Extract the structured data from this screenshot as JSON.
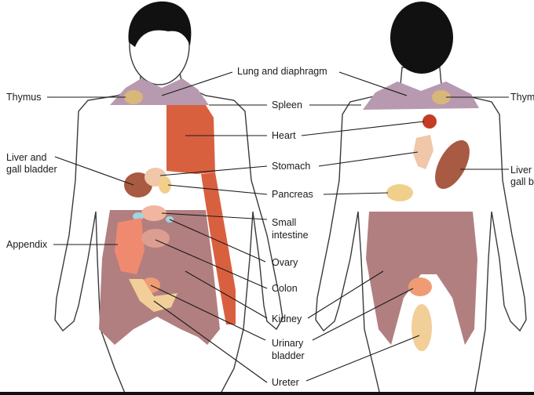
{
  "labels": {
    "lung_diaphragm": "Lung and diaphragm",
    "thymus_left": "Thymus",
    "thymus_right": "Thym",
    "spleen": "Spleen",
    "heart": "Heart",
    "liver_left_1": "Liver and",
    "liver_left_2": "gall bladder",
    "liver_right_1": "Liver",
    "liver_right_2": "gall b",
    "stomach": "Stomach",
    "pancreas": "Pancreas",
    "small_intestine_1": "Small",
    "small_intestine_2": "intestine",
    "appendix": "Appendix",
    "ovary": "Ovary",
    "colon": "Colon",
    "kidney": "Kidney",
    "urinary_bladder_1": "Urinary",
    "urinary_bladder_2": "bladder",
    "ureter": "Ureter"
  },
  "colors": {
    "lung_diaphragm": "#b89ab0",
    "thymus": "#d9b77a",
    "spleen_heart": "#d9603f",
    "heart_back": "#c63b26",
    "liver": "#a85a42",
    "stomach": "#f0c7a8",
    "pancreas": "#f0cf8a",
    "small_intestine": "#f0b6a0",
    "appendix": "#ef8a70",
    "ovary": "#9fd6e0",
    "colon": "#dc9f8f",
    "kidney": "#b27f80",
    "urinary_bladder": "#ef9c75",
    "ureter": "#f2cf98"
  }
}
